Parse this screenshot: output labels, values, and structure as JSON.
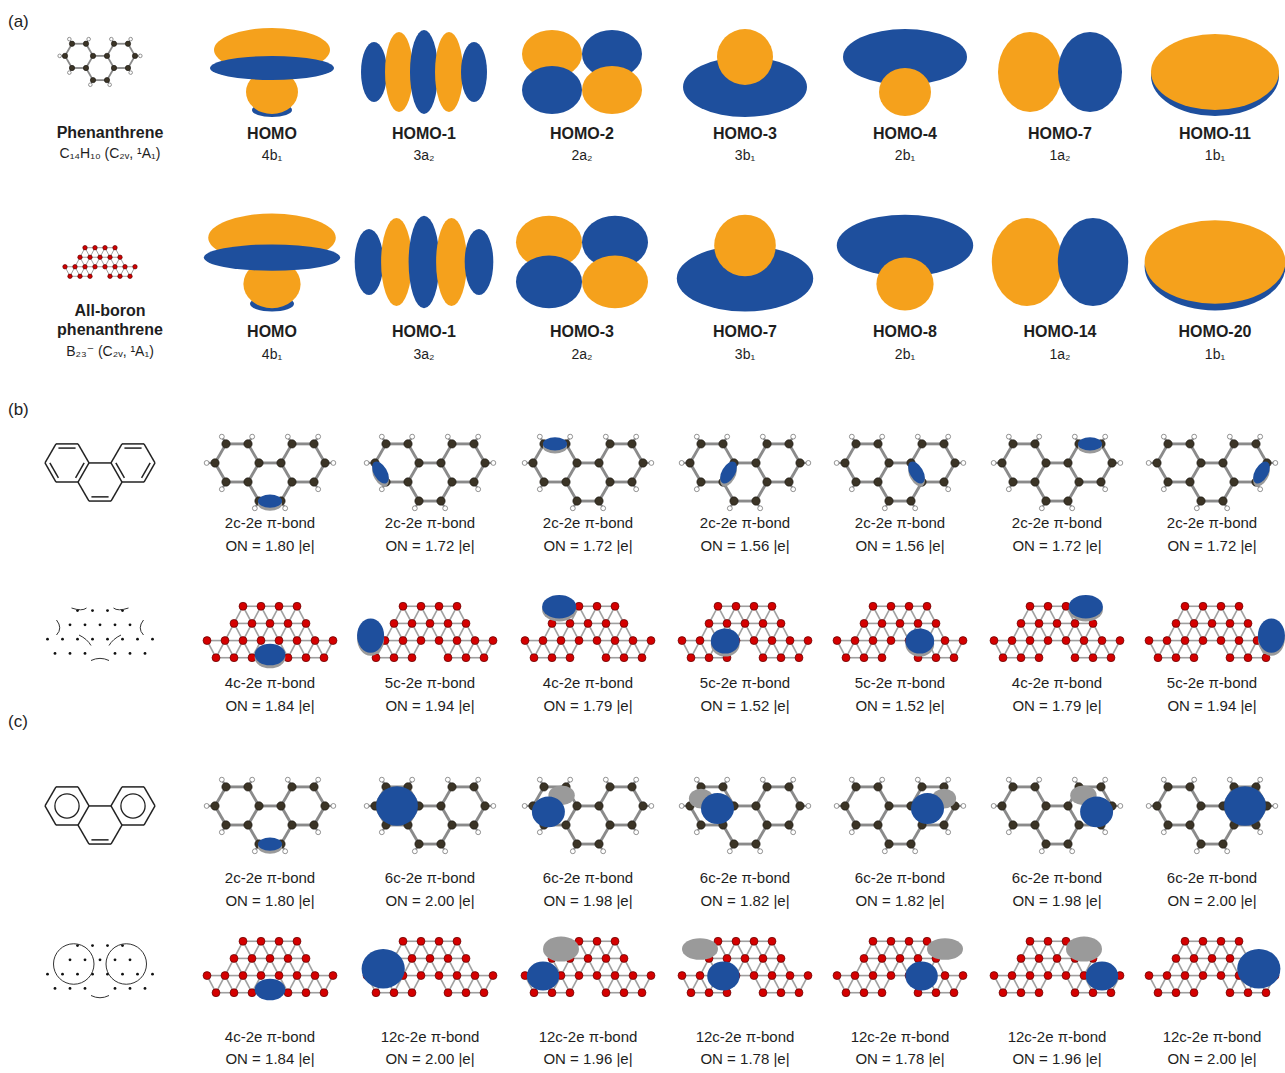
{
  "diagram": {
    "labels": [
      "(a)",
      "Phenanthrene",
      "C₁₄H₁₀ (C₂ᵥ, ¹A₁)",
      "HOMO",
      "4b₁",
      "HOMO-1",
      "3a₂",
      "HOMO-2",
      "2a₂",
      "HOMO-3",
      "3b₁",
      "HOMO-4",
      "2b₁",
      "HOMO-7",
      "1a₂",
      "HOMO-11",
      "1b₁",
      "All-boron phenanthrene",
      "B₂₃⁻ (C₂ᵥ, ¹A₁)",
      "HOMO",
      "4b₁",
      "HOMO-1",
      "3a₂",
      "HOMO-3",
      "2a₂",
      "HOMO-7",
      "3b₁",
      "HOMO-8",
      "2b₁",
      "HOMO-14",
      "1a₂",
      "HOMO-20",
      "1b₁",
      "(b)",
      "2c-2e π-bond",
      "ON = 1.80 |e|",
      "2c-2e π-bond",
      "ON = 1.72 |e|",
      "2c-2e π-bond",
      "ON = 1.72 |e|",
      "2c-2e π-bond",
      "ON = 1.56 |e|",
      "2c-2e π-bond",
      "ON = 1.56 |e|",
      "2c-2e π-bond",
      "ON = 1.72 |e|",
      "2c-2e π-bond",
      "ON = 1.72 |e|",
      "4c-2e π-bond",
      "ON = 1.84 |e|",
      "5c-2e π-bond",
      "ON = 1.94 |e|",
      "4c-2e π-bond",
      "ON = 1.79 |e|",
      "5c-2e π-bond",
      "ON = 1.52 |e|",
      "5c-2e π-bond",
      "ON = 1.52 |e|",
      "4c-2e π-bond",
      "ON = 1.79 |e|",
      "5c-2e π-bond",
      "ON = 1.94 |e|",
      "(c)",
      "2c-2e π-bond",
      "ON = 1.80 |e|",
      "6c-2e π-bond",
      "ON = 2.00 |e|",
      "6c-2e π-bond",
      "ON = 1.98 |e|",
      "6c-2e π-bond",
      "ON = 1.82 |e|",
      "6c-2e π-bond",
      "ON = 1.82 |e|",
      "6c-2e π-bond",
      "ON = 1.98 |e|",
      "6c-2e π-bond",
      "ON = 2.00 |e|",
      "4c-2e π-bond",
      "ON = 1.84 |e|",
      "12c-2e π-bond",
      "ON = 2.00 |e|",
      "12c-2e π-bond",
      "ON = 1.96 |e|",
      "12c-2e π-bond",
      "ON = 1.78 |e|",
      "12c-2e π-bond",
      "ON = 1.78 |e|",
      "12c-2e π-bond",
      "ON = 1.96 |e|",
      "12c-2e π-bond",
      "ON = 2.00 |e|"
    ]
  }
}
